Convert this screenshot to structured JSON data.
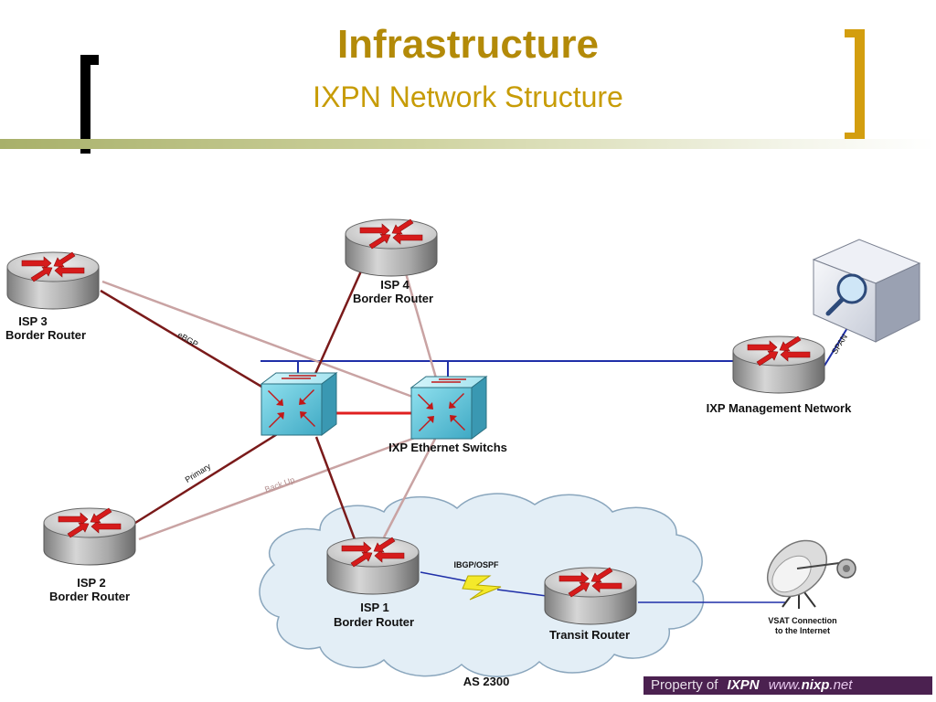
{
  "slide": {
    "title": "Infrastructure",
    "subtitle": "IXPN Network Structure"
  },
  "nodes": {
    "isp3": [
      "ISP 3",
      "Border Router"
    ],
    "isp4": [
      "ISP 4",
      "Border Router"
    ],
    "isp2": [
      "ISP 2",
      "Border Router"
    ],
    "isp1": [
      "ISP 1",
      "Border Router"
    ],
    "transit": [
      "Transit Router"
    ],
    "mgmt": [
      "IXP Management Network"
    ],
    "switches": [
      "IXP Ethernet  Switchs"
    ],
    "vsat": [
      "VSAT Connection",
      "to the Internet"
    ]
  },
  "link_labels": {
    "ebgp": "eBGP",
    "primary": "Primary",
    "backup": "Back Up",
    "span": "SPAN",
    "ibgp": "IBGP/OSPF"
  },
  "cloud_label": "AS 2300",
  "footer": {
    "property": "Property of",
    "brand": "IXPN",
    "url_prefix": "www.",
    "url_bold": "nixp",
    "url_suffix": ".net"
  },
  "colors": {
    "title": "#b38a08",
    "subtitle": "#c79c06",
    "primary_link": "#7a1a1a",
    "backup_link": "#c9a3a3",
    "mgmt_link": "#1f2fa8",
    "switch_link": "#e02020"
  }
}
